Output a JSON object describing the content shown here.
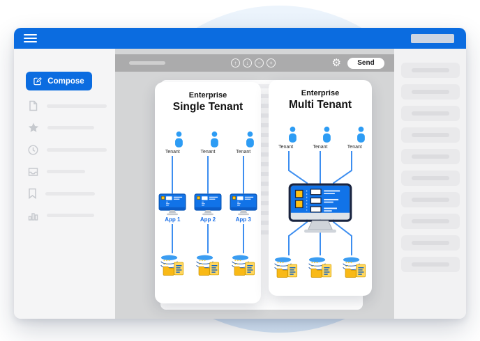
{
  "topbar": {
    "menu_icon": "hamburger-icon",
    "placeholder": "topbar-placeholder-block"
  },
  "sidebar": {
    "compose_label": "Compose",
    "compose_icon": "compose-pencil-icon",
    "items": [
      {
        "icon": "document-icon"
      },
      {
        "icon": "star-icon"
      },
      {
        "icon": "clock-icon"
      },
      {
        "icon": "inbox-icon"
      },
      {
        "icon": "bookmark-icon"
      },
      {
        "icon": "bar-chart-icon"
      }
    ]
  },
  "toolbar": {
    "glyphs": {
      "up": "↑",
      "down": "↓",
      "minus": "−",
      "plus": "+"
    },
    "icon_names": [
      "arrow-up-circle-icon",
      "arrow-down-circle-icon",
      "minus-circle-icon",
      "plus-circle-icon"
    ],
    "gear": "⚙",
    "gear_icon": "gear-icon",
    "send_label": "Send"
  },
  "cards": [
    {
      "subtitle": "Enterprise",
      "title": "Single Tenant",
      "tenant_labels": [
        "Tenant",
        "Tenant",
        "Tenant"
      ],
      "app_labels": [
        "App 1",
        "App 2",
        "App 3"
      ],
      "database_count": 3
    },
    {
      "subtitle": "Enterprise",
      "title": "Multi Tenant",
      "tenant_labels": [
        "Tenant",
        "Tenant",
        "Tenant"
      ],
      "database_count": 3
    }
  ],
  "message_list": {
    "item_count": 10
  },
  "colors": {
    "accent_blue": "#0b6ce0",
    "toolbar_gray": "#ababac",
    "main_gray": "#d4d5d6",
    "connector_blue": "#3d8ef0",
    "screen_blue": "#1173e8",
    "people_purple": "#7e2be0",
    "people_blue": "#2d9cf4",
    "database_blue": "#1565c0",
    "folder_yellow": "#f9b916",
    "circle_background": "#d9e8f8"
  }
}
